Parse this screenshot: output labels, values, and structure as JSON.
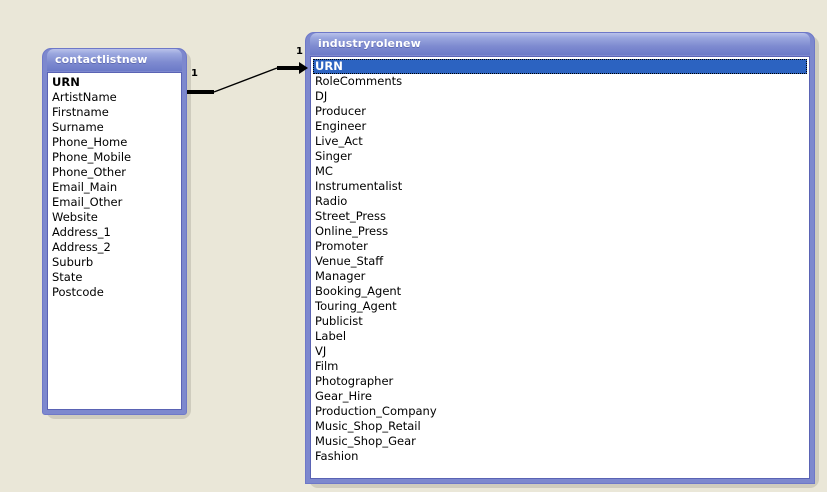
{
  "window": {
    "kind": "database-relationships-diagram",
    "background_color": "#EAE7D8"
  },
  "tables": [
    {
      "id": "contactlistnew",
      "title": "contactlistnew",
      "fields": [
        {
          "name": "URN",
          "primary_key": true,
          "selected": false
        },
        {
          "name": "ArtistName",
          "primary_key": false,
          "selected": false
        },
        {
          "name": "Firstname",
          "primary_key": false,
          "selected": false
        },
        {
          "name": "Surname",
          "primary_key": false,
          "selected": false
        },
        {
          "name": "Phone_Home",
          "primary_key": false,
          "selected": false
        },
        {
          "name": "Phone_Mobile",
          "primary_key": false,
          "selected": false
        },
        {
          "name": "Phone_Other",
          "primary_key": false,
          "selected": false
        },
        {
          "name": "Email_Main",
          "primary_key": false,
          "selected": false
        },
        {
          "name": "Email_Other",
          "primary_key": false,
          "selected": false
        },
        {
          "name": "Website",
          "primary_key": false,
          "selected": false
        },
        {
          "name": "Address_1",
          "primary_key": false,
          "selected": false
        },
        {
          "name": "Address_2",
          "primary_key": false,
          "selected": false
        },
        {
          "name": "Suburb",
          "primary_key": false,
          "selected": false
        },
        {
          "name": "State",
          "primary_key": false,
          "selected": false
        },
        {
          "name": "Postcode",
          "primary_key": false,
          "selected": false
        }
      ]
    },
    {
      "id": "industryrolenew",
      "title": "industryrolenew",
      "fields": [
        {
          "name": "URN",
          "primary_key": true,
          "selected": true
        },
        {
          "name": "RoleComments",
          "primary_key": false,
          "selected": false
        },
        {
          "name": "DJ",
          "primary_key": false,
          "selected": false
        },
        {
          "name": "Producer",
          "primary_key": false,
          "selected": false
        },
        {
          "name": "Engineer",
          "primary_key": false,
          "selected": false
        },
        {
          "name": "Live_Act",
          "primary_key": false,
          "selected": false
        },
        {
          "name": "Singer",
          "primary_key": false,
          "selected": false
        },
        {
          "name": "MC",
          "primary_key": false,
          "selected": false
        },
        {
          "name": "Instrumentalist",
          "primary_key": false,
          "selected": false
        },
        {
          "name": "Radio",
          "primary_key": false,
          "selected": false
        },
        {
          "name": "Street_Press",
          "primary_key": false,
          "selected": false
        },
        {
          "name": "Online_Press",
          "primary_key": false,
          "selected": false
        },
        {
          "name": "Promoter",
          "primary_key": false,
          "selected": false
        },
        {
          "name": "Venue_Staff",
          "primary_key": false,
          "selected": false
        },
        {
          "name": "Manager",
          "primary_key": false,
          "selected": false
        },
        {
          "name": "Booking_Agent",
          "primary_key": false,
          "selected": false
        },
        {
          "name": "Touring_Agent",
          "primary_key": false,
          "selected": false
        },
        {
          "name": "Publicist",
          "primary_key": false,
          "selected": false
        },
        {
          "name": "Label",
          "primary_key": false,
          "selected": false
        },
        {
          "name": "VJ",
          "primary_key": false,
          "selected": false
        },
        {
          "name": "Film",
          "primary_key": false,
          "selected": false
        },
        {
          "name": "Photographer",
          "primary_key": false,
          "selected": false
        },
        {
          "name": "Gear_Hire",
          "primary_key": false,
          "selected": false
        },
        {
          "name": "Production_Company",
          "primary_key": false,
          "selected": false
        },
        {
          "name": "Music_Shop_Retail",
          "primary_key": false,
          "selected": false
        },
        {
          "name": "Music_Shop_Gear",
          "primary_key": false,
          "selected": false
        },
        {
          "name": "Fashion",
          "primary_key": false,
          "selected": false
        }
      ]
    }
  ],
  "relationship": {
    "from_table": "contactlistnew",
    "from_field": "URN",
    "to_table": "industryrolenew",
    "to_field": "URN",
    "left_cardinality": "1",
    "right_cardinality": "1",
    "type": "one-to-one",
    "line_color": "#000000"
  },
  "colors": {
    "background": "#EAE7D8",
    "table_border": "#6E78C8",
    "titlebar_top": "#B9C2EA",
    "titlebar_bottom": "#6C7AC8",
    "selection": "#2C63C1",
    "list_background": "#FFFFFF"
  }
}
